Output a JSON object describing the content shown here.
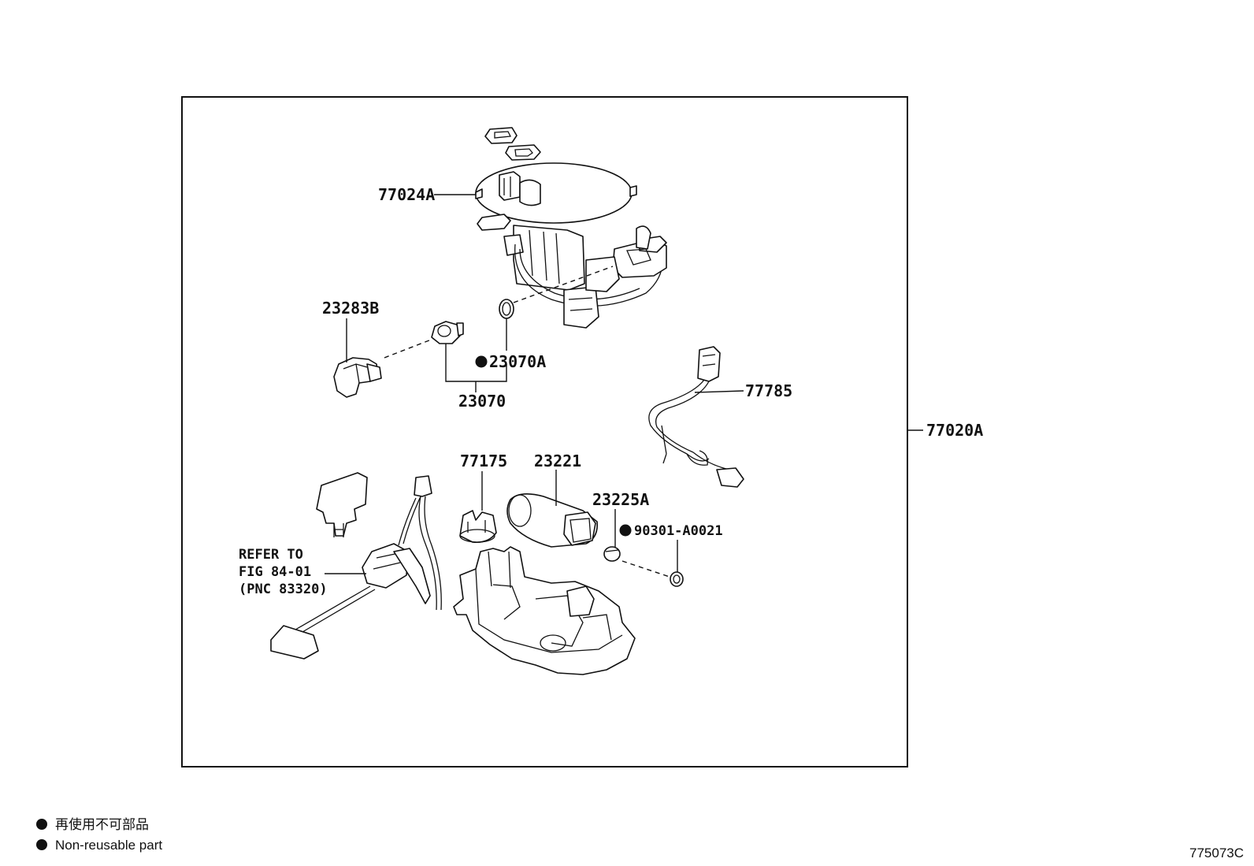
{
  "callouts": {
    "p77024A": "77024A",
    "p23283B": "23283B",
    "p23070A": "23070A",
    "p23070": "23070",
    "p77785": "77785",
    "p77020A": "77020A",
    "p77175": "77175",
    "p23221": "23221",
    "p23225A": "23225A",
    "p90301": "90301-A0021",
    "refer_line1": "REFER TO",
    "refer_line2": "FIG 84-01",
    "refer_line3": "(PNC 83320)"
  },
  "legend": {
    "line1": "再使用不可部品",
    "line2": "Non-reusable part"
  },
  "figure_code": "775073C",
  "icons": {
    "non_reusable_marker": "filled-circle-icon"
  }
}
